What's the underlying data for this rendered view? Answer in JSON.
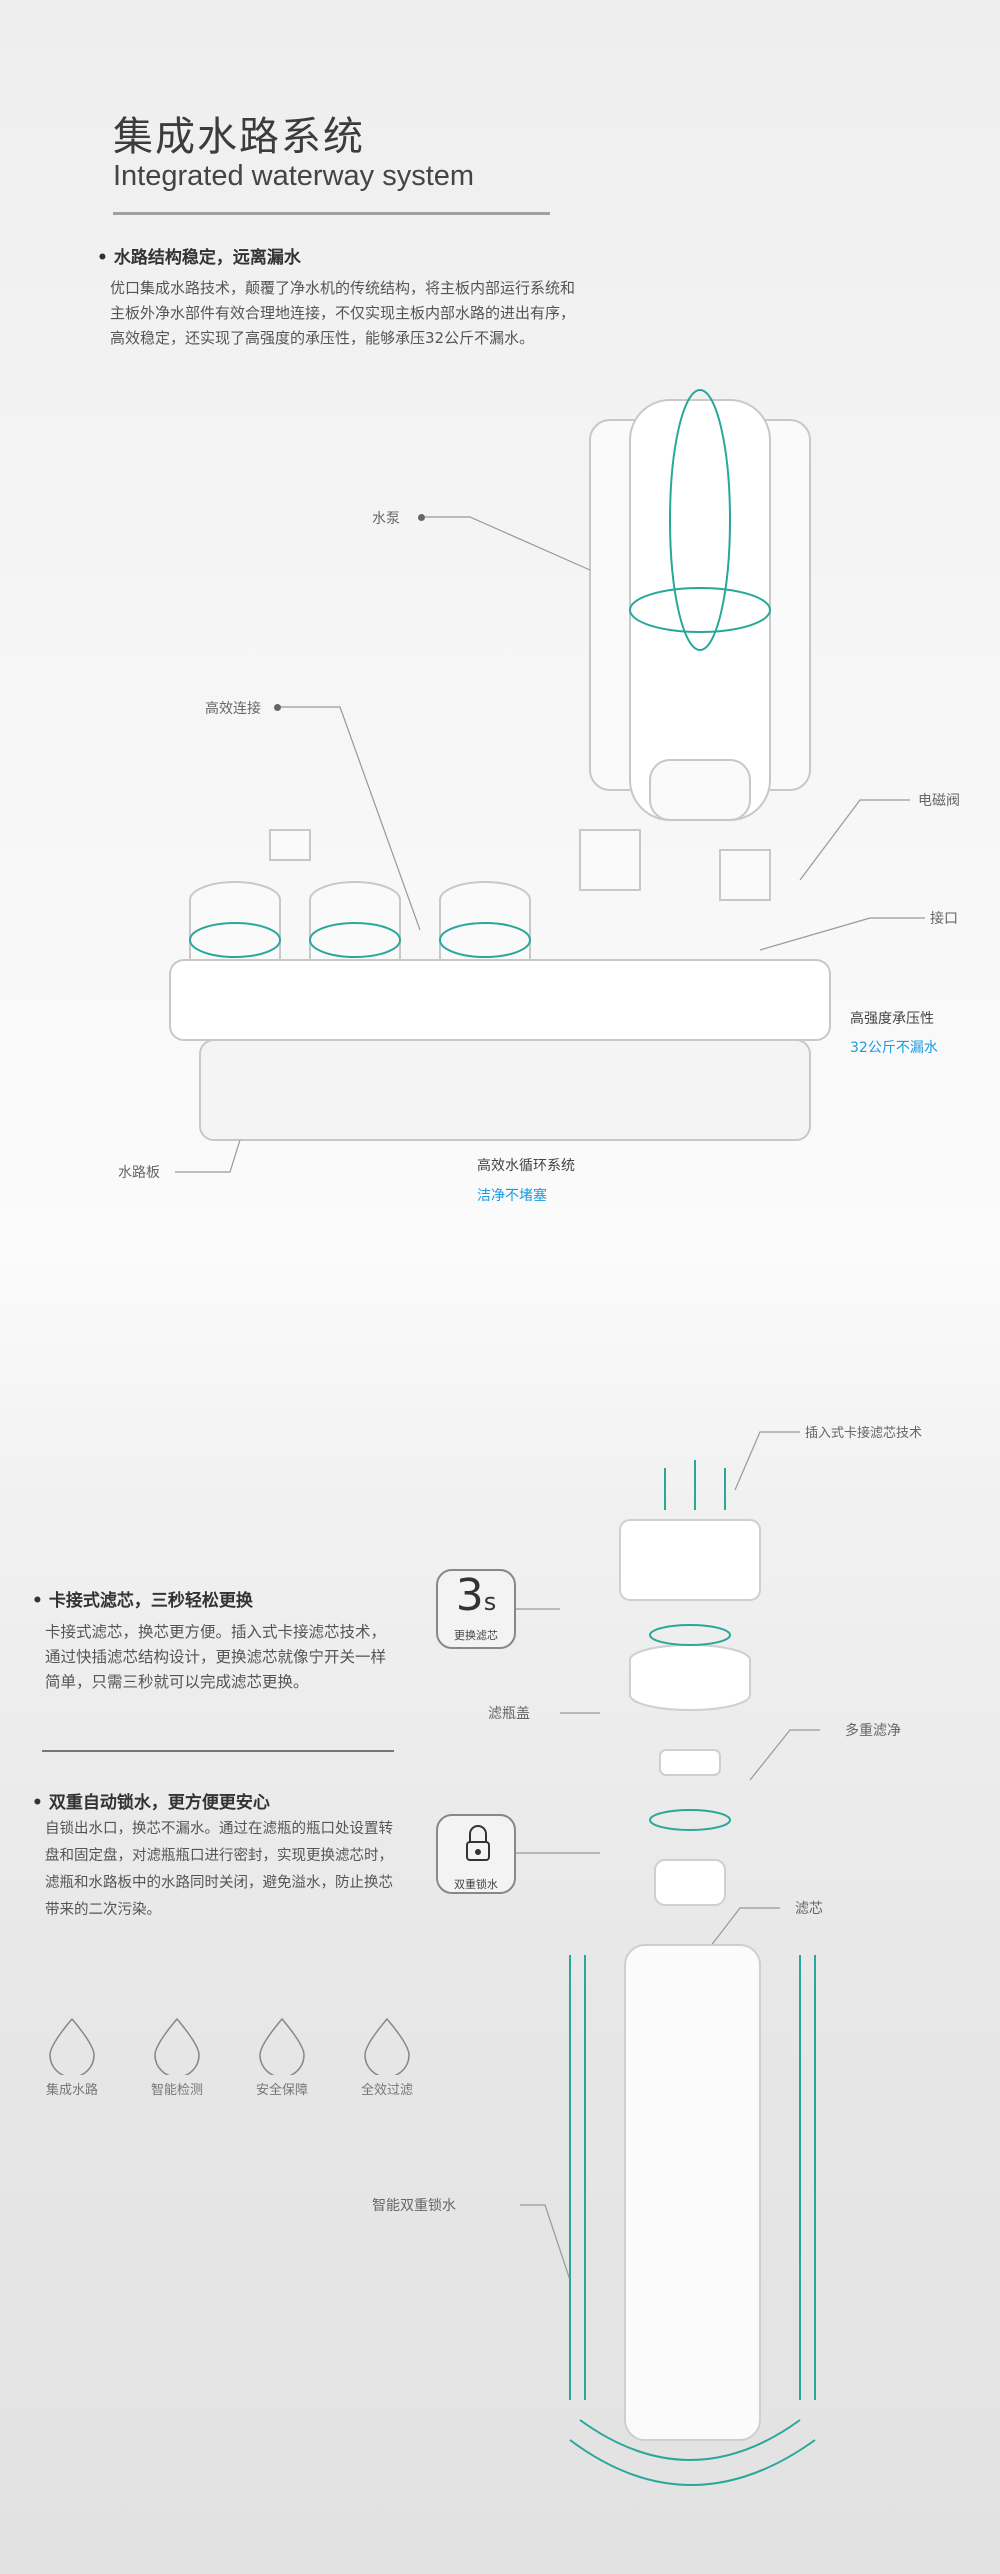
{
  "header": {
    "title": "集成水路系统",
    "subtitle": "Integrated waterway system"
  },
  "section1": {
    "heading": "水路结构稳定，远离漏水",
    "body": "优口集成水路技术，颠覆了净水机的传统结构，将主板内部运行系统和主板外净水部件有效合理地连接，不仅实现主板内部水路的进出有序，高效稳定，还实现了高强度的承压性，能够承压32公斤不漏水。"
  },
  "diagram1": {
    "pump": "水泵",
    "connection": "高效连接",
    "valve": "电磁阀",
    "port": "接口",
    "pressure": "高强度承压性",
    "pressure_sub": "32公斤不漏水",
    "circulation": "高效水循环系统",
    "circulation_sub": "洁净不堵塞",
    "board": "水路板"
  },
  "section2": {
    "heading": "卡接式滤芯，三秒轻松更换",
    "body": "卡接式滤芯，换芯更方便。插入式卡接滤芯技术，通过快插滤芯结构设计，更换滤芯就像宁开关一样简单，只需三秒就可以完成滤芯更换。",
    "badge_big": "3",
    "badge_unit": "s",
    "badge_label": "更换滤芯"
  },
  "section3": {
    "heading": "双重自动锁水，更方便更安心",
    "body": "自锁出水口，换芯不漏水。通过在滤瓶的瓶口处设置转盘和固定盘，对滤瓶瓶口进行密封，实现更换滤芯时，滤瓶和水路板中的水路同时关闭，避免溢水，防止换芯带来的二次污染。",
    "badge_label": "双重锁水"
  },
  "diagram2": {
    "tech": "插入式卡接滤芯技术",
    "cap": "滤瓶盖",
    "multi": "多重滤净",
    "core": "滤芯",
    "lock": "智能双重锁水"
  },
  "features": [
    {
      "label": "集成水路",
      "icon": "integrated-waterway-icon"
    },
    {
      "label": "智能检测",
      "icon": "smart-detection-icon"
    },
    {
      "label": "安全保障",
      "icon": "safety-icon"
    },
    {
      "label": "全效过滤",
      "icon": "full-filtration-icon"
    }
  ],
  "colors": {
    "accent": "#1a9be0",
    "teal": "#2aa79b"
  }
}
